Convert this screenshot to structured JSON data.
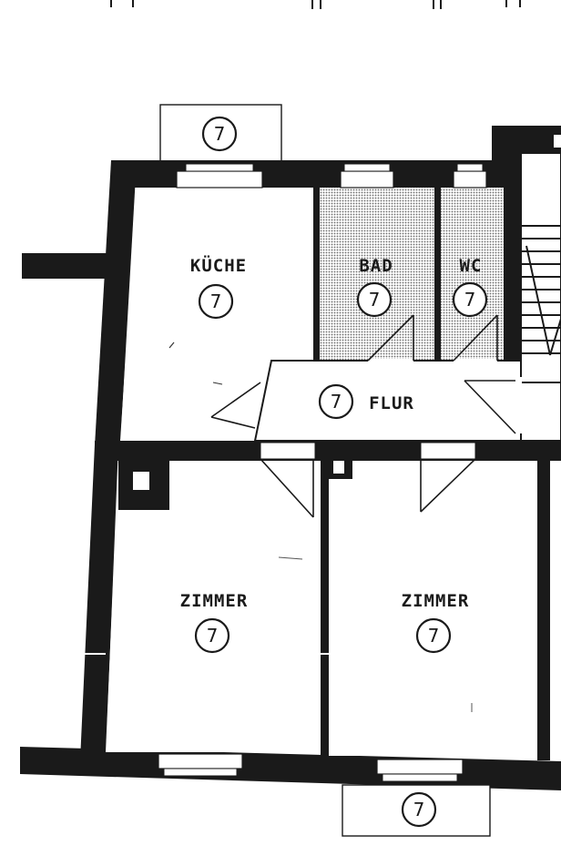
{
  "rooms": {
    "kueche": {
      "label": "KÜCHE",
      "number": "7"
    },
    "bad": {
      "label": "BAD",
      "number": "7"
    },
    "wc": {
      "label": "WC",
      "number": "7"
    },
    "flur": {
      "label": "FLUR",
      "number": "7"
    },
    "zimmer_left": {
      "label": "ZIMMER",
      "number": "7"
    },
    "zimmer_right": {
      "label": "ZIMMER",
      "number": "7"
    }
  },
  "balconies": {
    "top": {
      "number": "7"
    },
    "bottom": {
      "number": "7"
    }
  },
  "colors": {
    "wall": "#1a1a1a",
    "paper": "#ffffff",
    "hatch": "#9a9a9a"
  }
}
